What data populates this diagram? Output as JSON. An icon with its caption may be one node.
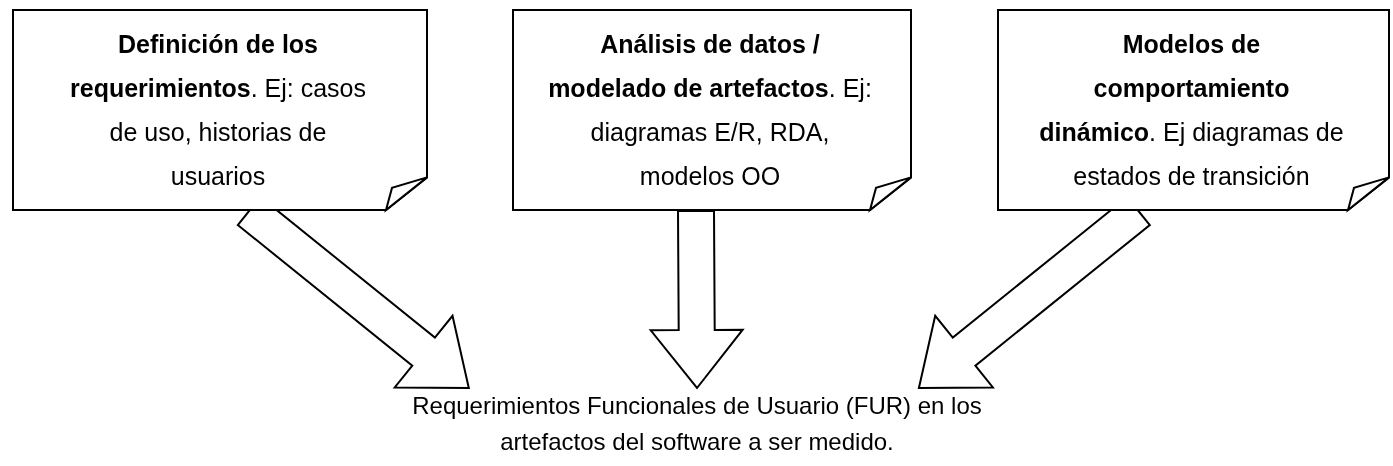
{
  "diagram": {
    "nodes": [
      {
        "text": [
          "**Definición de los requerimientos**. Ej: casos de uso, historias de usuarios"
        ]
      },
      {
        "text": [
          "**Análisis de datos / modelado de artefactos**. Ej: diagramas E/R, RDA, modelos OO"
        ]
      },
      {
        "text": [
          "**Modelos de comportamiento dinámico**. Ej diagramas de estados de transición"
        ]
      },
      {
        "text": [
          "Requerimientos Funcionales de Usuario (FUR) en los artefactos del software a ser medido."
        ]
      }
    ],
    "edges": [
      {
        "from": 0,
        "to": 3,
        "arrow": "to"
      },
      {
        "from": 1,
        "to": 3,
        "arrow": "to"
      },
      {
        "from": 2,
        "to": 3,
        "arrow": "to"
      }
    ]
  }
}
